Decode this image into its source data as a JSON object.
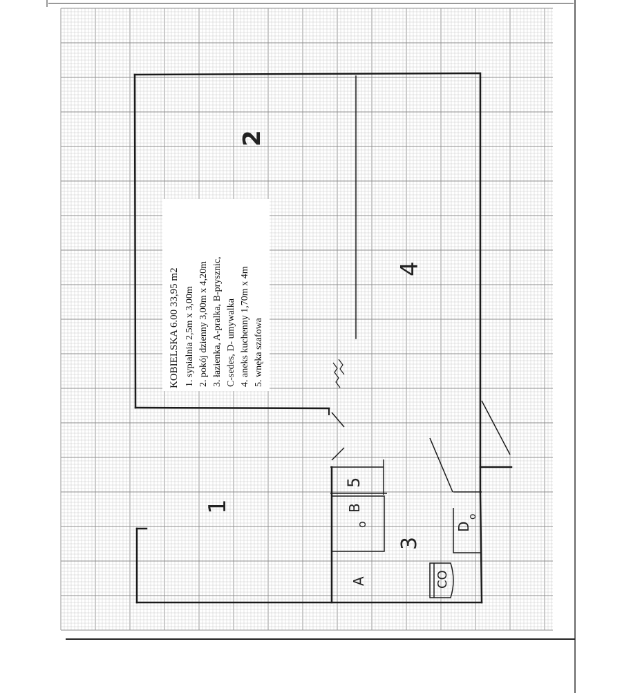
{
  "legend": {
    "title": "KOBIELSKA 6.00 33,95 m2",
    "items": [
      "1.  sypialnia 2,5m x 3,00m",
      "2.  pokój dzienny 3,00m x 4,20m",
      "3.  łazienka, A-pralka, B-prysznic,",
      "      C-sedes, D- umywalka",
      "4.  aneks kuchenny 1,70m x 4m",
      "5.  wnęka szafowa"
    ]
  },
  "room_labels": {
    "room1": "1",
    "room2": "2",
    "room3": "3",
    "room4": "4",
    "room5": "5"
  },
  "fixture_labels": {
    "washer": "A",
    "shower": "B",
    "toilet": "CO",
    "sink": "D",
    "shower_mark": "o",
    "sink_mark": "o"
  },
  "colors": {
    "grid_minor": "#c9c9c9",
    "grid_major": "#8c8c8c",
    "wall": "#1a1a1a",
    "paper": "#ffffff"
  }
}
